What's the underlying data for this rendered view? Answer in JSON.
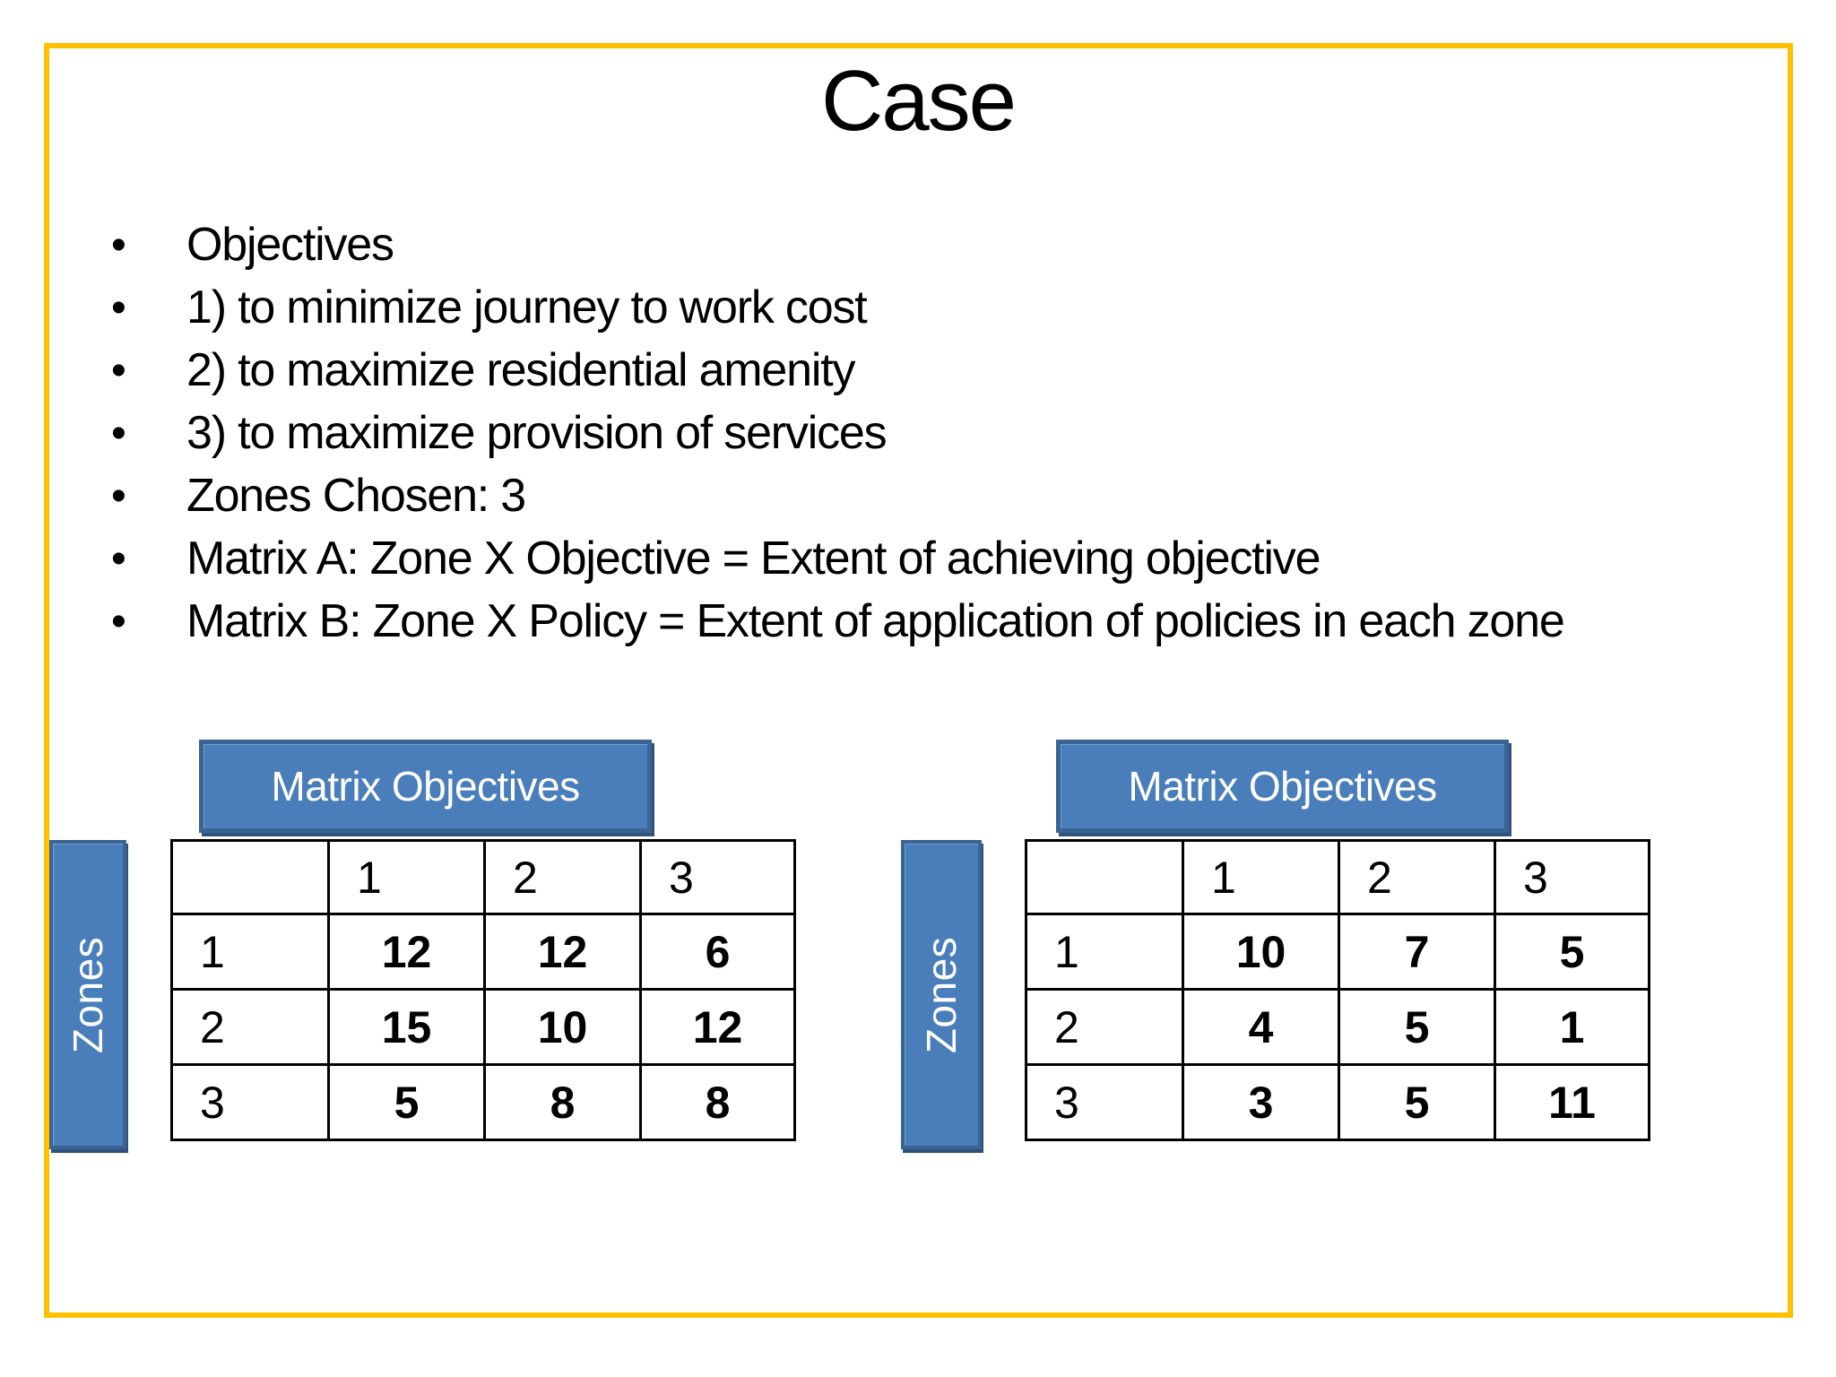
{
  "slide": {
    "title": "Case",
    "bullet_glyph": "•",
    "border_color": "#FFC000",
    "accent_blue": "#4A7EBB",
    "accent_blue_dark": "#3A6494",
    "bullets": [
      "Objectives",
      "1) to minimize journey to work cost",
      "2) to maximize residential amenity",
      "3) to maximize provision of services",
      "Zones Chosen: 3",
      "Matrix A: Zone X Objective = Extent of achieving objective",
      "Matrix B: Zone X Policy = Extent of application of policies in each zone"
    ]
  },
  "matrix_a": {
    "header_label": "Matrix Objectives",
    "zones_label": "Zones",
    "col_headers": [
      "1",
      "2",
      "3"
    ],
    "rows": [
      {
        "label": "1",
        "values": [
          "12",
          "12",
          "6"
        ]
      },
      {
        "label": "2",
        "values": [
          "15",
          "10",
          "12"
        ]
      },
      {
        "label": "3",
        "values": [
          "5",
          "8",
          "8"
        ]
      }
    ]
  },
  "matrix_b": {
    "header_label": "Matrix Objectives",
    "zones_label": "Zones",
    "col_headers": [
      "1",
      "2",
      "3"
    ],
    "rows": [
      {
        "label": "1",
        "values": [
          "10",
          "7",
          "5"
        ]
      },
      {
        "label": "2",
        "values": [
          "4",
          "5",
          "1"
        ]
      },
      {
        "label": "3",
        "values": [
          "3",
          "5",
          "11"
        ]
      }
    ]
  }
}
